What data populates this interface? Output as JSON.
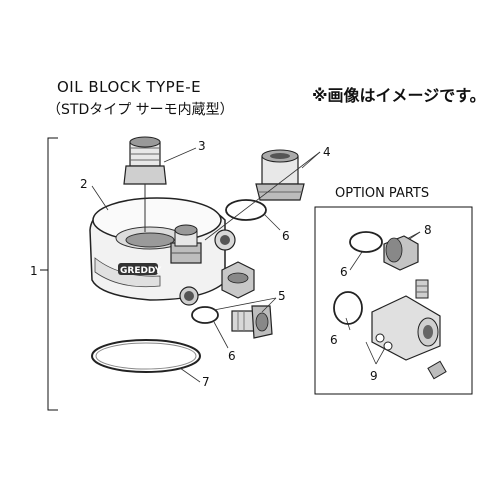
{
  "header": {
    "title": "OIL BLOCK TYPE-E",
    "subtitle": "（STDタイプ サーモ内蔵型）",
    "note": "※画像はイメージです。"
  },
  "option_parts": {
    "title": "OPTION PARTS"
  },
  "callouts": {
    "c1": "1",
    "c2": "2",
    "c3": "3",
    "c4": "4",
    "c5": "5",
    "c6a": "6",
    "c6b": "6",
    "c7": "7",
    "c6c": "6",
    "c8": "8",
    "c6d": "6",
    "c9": "9"
  },
  "logo": "GREDDY"
}
